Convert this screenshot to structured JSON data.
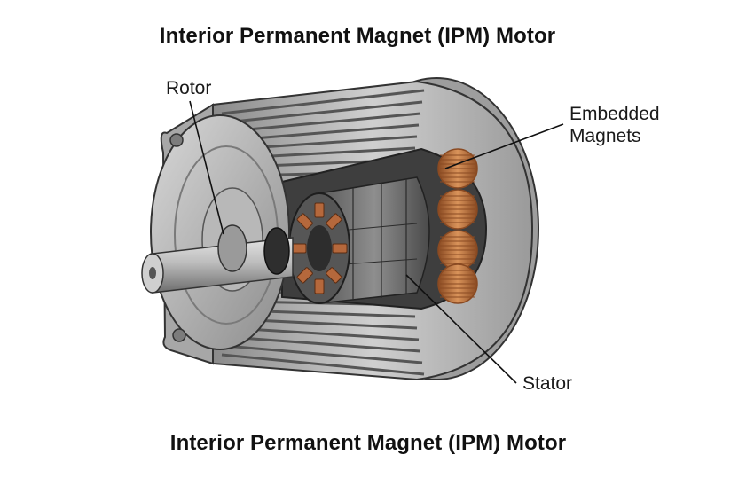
{
  "titles": {
    "top": "Interior Permanent Magnet (IPM) Motor",
    "bottom": "Interior Permanent Magnet (IPM) Motor"
  },
  "callouts": {
    "rotor": "Rotor",
    "magnets_line1": "Embedded",
    "magnets_line2": "Magnets",
    "stator": "Stator"
  },
  "colors": {
    "housing_light": "#c9c9c9",
    "housing_dark": "#6f6f6f",
    "core_dark": "#3a3a3a",
    "copper": "#c07a45",
    "copper_dark": "#8a4a22",
    "magnet": "#b5683c",
    "leader": "#111111"
  }
}
